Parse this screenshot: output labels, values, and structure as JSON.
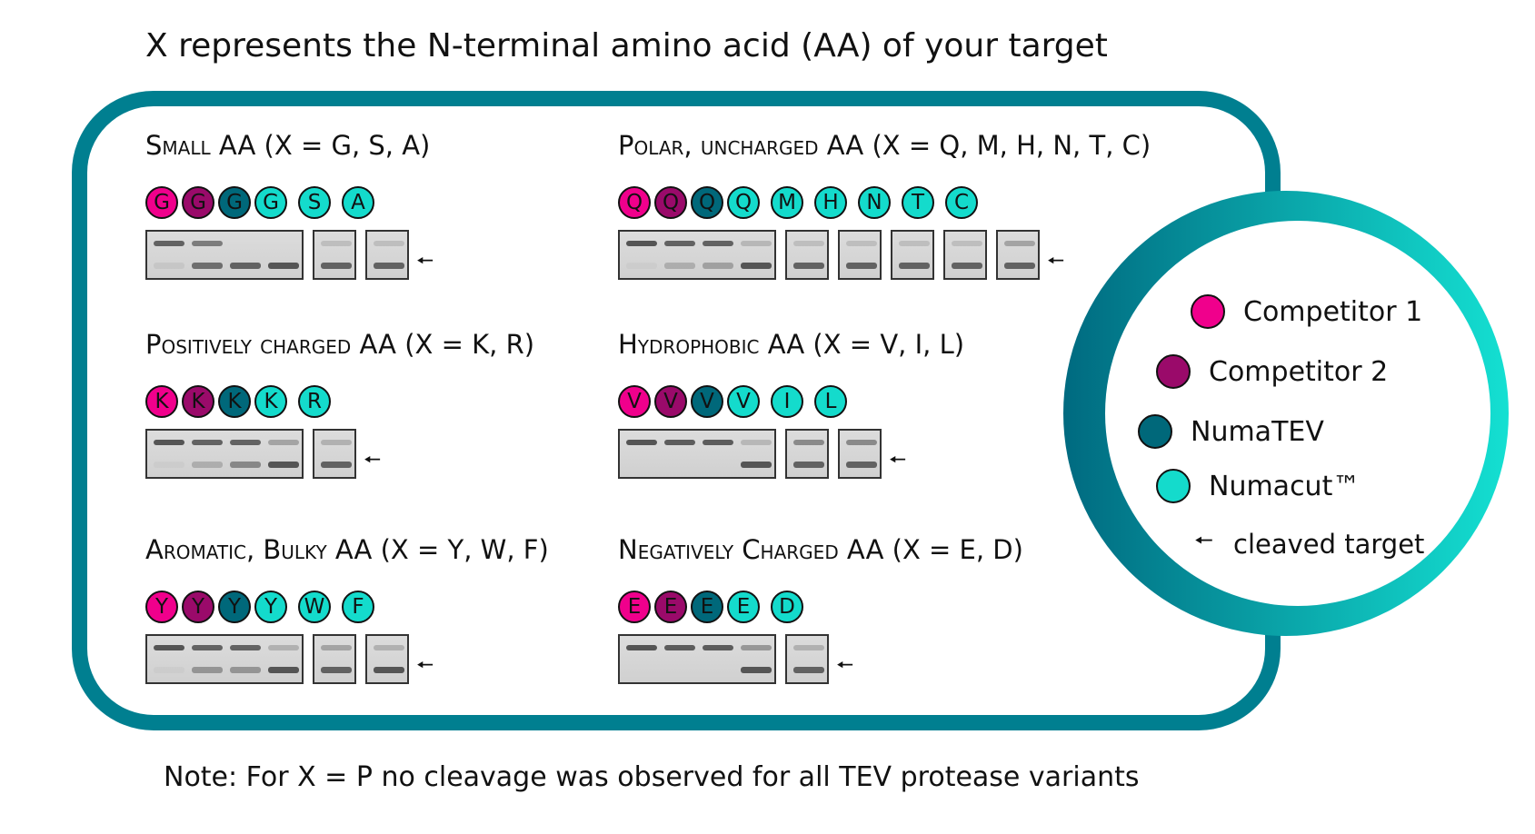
{
  "title": "X represents the N-terminal amino acid (AA) of your target",
  "footnote": "Note: For X = P no cleavage was observed for all TEV protease variants",
  "colors": {
    "competitor_1": "#f0008c",
    "competitor_2": "#9a0a6a",
    "numatev": "#00687a",
    "numacut": "#14dbcc",
    "frame": "#007f90"
  },
  "legend": {
    "items": [
      {
        "label": "Competitor 1",
        "color_key": "competitor_1"
      },
      {
        "label": "Competitor 2",
        "color_key": "competitor_2"
      },
      {
        "label": "NumaTEV",
        "color_key": "numatev"
      },
      {
        "label": "Numacut™",
        "color_key": "numacut"
      }
    ],
    "arrow_label": "cleaved target"
  },
  "groups": [
    {
      "title": "Small AA (X = G, S, A)",
      "circles": [
        {
          "letter": "G",
          "variant": "competitor_1"
        },
        {
          "letter": "G",
          "variant": "competitor_2"
        },
        {
          "letter": "G",
          "variant": "numatev"
        },
        {
          "letter": "G",
          "variant": "numacut"
        },
        {
          "letter": "S",
          "variant": "numacut"
        },
        {
          "letter": "A",
          "variant": "numacut"
        }
      ],
      "gels": [
        {
          "lanes": [
            {
              "full": 0.9,
              "cleaved": 0.1
            },
            {
              "full": 0.7,
              "cleaved": 0.8
            },
            {
              "full": 0.0,
              "cleaved": 0.9
            },
            {
              "full": 0.0,
              "cleaved": 1.0
            }
          ]
        },
        {
          "lanes": [
            {
              "full": 0.2,
              "cleaved": 0.9
            }
          ]
        },
        {
          "lanes": [
            {
              "full": 0.2,
              "cleaved": 0.9
            }
          ]
        }
      ]
    },
    {
      "title": "Polar, uncharged AA (X = Q, M, H, N, T, C)",
      "circles": [
        {
          "letter": "Q",
          "variant": "competitor_1"
        },
        {
          "letter": "Q",
          "variant": "competitor_2"
        },
        {
          "letter": "Q",
          "variant": "numatev"
        },
        {
          "letter": "Q",
          "variant": "numacut"
        },
        {
          "letter": "M",
          "variant": "numacut"
        },
        {
          "letter": "H",
          "variant": "numacut"
        },
        {
          "letter": "N",
          "variant": "numacut"
        },
        {
          "letter": "T",
          "variant": "numacut"
        },
        {
          "letter": "C",
          "variant": "numacut"
        }
      ],
      "gels": [
        {
          "lanes": [
            {
              "full": 1.0,
              "cleaved": 0.05
            },
            {
              "full": 0.9,
              "cleaved": 0.3
            },
            {
              "full": 0.9,
              "cleaved": 0.4
            },
            {
              "full": 0.25,
              "cleaved": 1.0
            }
          ]
        },
        {
          "lanes": [
            {
              "full": 0.2,
              "cleaved": 0.9
            }
          ]
        },
        {
          "lanes": [
            {
              "full": 0.2,
              "cleaved": 0.9
            }
          ]
        },
        {
          "lanes": [
            {
              "full": 0.2,
              "cleaved": 0.9
            }
          ]
        },
        {
          "lanes": [
            {
              "full": 0.2,
              "cleaved": 0.9
            }
          ]
        },
        {
          "lanes": [
            {
              "full": 0.4,
              "cleaved": 0.9
            }
          ]
        }
      ]
    },
    {
      "title": "Positively charged AA (X = K, R)",
      "circles": [
        {
          "letter": "K",
          "variant": "competitor_1"
        },
        {
          "letter": "K",
          "variant": "competitor_2"
        },
        {
          "letter": "K",
          "variant": "numatev"
        },
        {
          "letter": "K",
          "variant": "numacut"
        },
        {
          "letter": "R",
          "variant": "numacut"
        }
      ],
      "gels": [
        {
          "lanes": [
            {
              "full": 1.0,
              "cleaved": 0.05
            },
            {
              "full": 0.9,
              "cleaved": 0.3
            },
            {
              "full": 0.9,
              "cleaved": 0.6
            },
            {
              "full": 0.4,
              "cleaved": 1.0
            }
          ]
        },
        {
          "lanes": [
            {
              "full": 0.3,
              "cleaved": 0.9
            }
          ]
        }
      ]
    },
    {
      "title": "Hydrophobic AA (X = V, I, L)",
      "circles": [
        {
          "letter": "V",
          "variant": "competitor_1"
        },
        {
          "letter": "V",
          "variant": "competitor_2"
        },
        {
          "letter": "V",
          "variant": "numatev"
        },
        {
          "letter": "V",
          "variant": "numacut"
        },
        {
          "letter": "I",
          "variant": "numacut"
        },
        {
          "letter": "L",
          "variant": "numacut"
        }
      ],
      "gels": [
        {
          "lanes": [
            {
              "full": 1.0,
              "cleaved": 0.0
            },
            {
              "full": 0.95,
              "cleaved": 0.0
            },
            {
              "full": 0.95,
              "cleaved": 0.0
            },
            {
              "full": 0.25,
              "cleaved": 1.0
            }
          ]
        },
        {
          "lanes": [
            {
              "full": 0.6,
              "cleaved": 0.9
            }
          ]
        },
        {
          "lanes": [
            {
              "full": 0.6,
              "cleaved": 0.9
            }
          ]
        }
      ]
    },
    {
      "title": "Aromatic, Bulky AA (X = Y, W, F)",
      "circles": [
        {
          "letter": "Y",
          "variant": "competitor_1"
        },
        {
          "letter": "Y",
          "variant": "competitor_2"
        },
        {
          "letter": "Y",
          "variant": "numatev"
        },
        {
          "letter": "Y",
          "variant": "numacut"
        },
        {
          "letter": "W",
          "variant": "numacut"
        },
        {
          "letter": "F",
          "variant": "numacut"
        }
      ],
      "gels": [
        {
          "lanes": [
            {
              "full": 1.0,
              "cleaved": 0.05
            },
            {
              "full": 0.9,
              "cleaved": 0.5
            },
            {
              "full": 0.9,
              "cleaved": 0.5
            },
            {
              "full": 0.3,
              "cleaved": 1.0
            }
          ]
        },
        {
          "lanes": [
            {
              "full": 0.4,
              "cleaved": 0.9
            }
          ]
        },
        {
          "lanes": [
            {
              "full": 0.3,
              "cleaved": 1.0
            }
          ]
        }
      ]
    },
    {
      "title": "Negatively Charged AA (X = E, D)",
      "circles": [
        {
          "letter": "E",
          "variant": "competitor_1"
        },
        {
          "letter": "E",
          "variant": "competitor_2"
        },
        {
          "letter": "E",
          "variant": "numatev"
        },
        {
          "letter": "E",
          "variant": "numacut"
        },
        {
          "letter": "D",
          "variant": "numacut"
        }
      ],
      "gels": [
        {
          "lanes": [
            {
              "full": 1.0,
              "cleaved": 0.0
            },
            {
              "full": 0.95,
              "cleaved": 0.0
            },
            {
              "full": 0.95,
              "cleaved": 0.0
            },
            {
              "full": 0.5,
              "cleaved": 1.0
            }
          ]
        },
        {
          "lanes": [
            {
              "full": 0.3,
              "cleaved": 0.9
            }
          ]
        }
      ]
    }
  ]
}
